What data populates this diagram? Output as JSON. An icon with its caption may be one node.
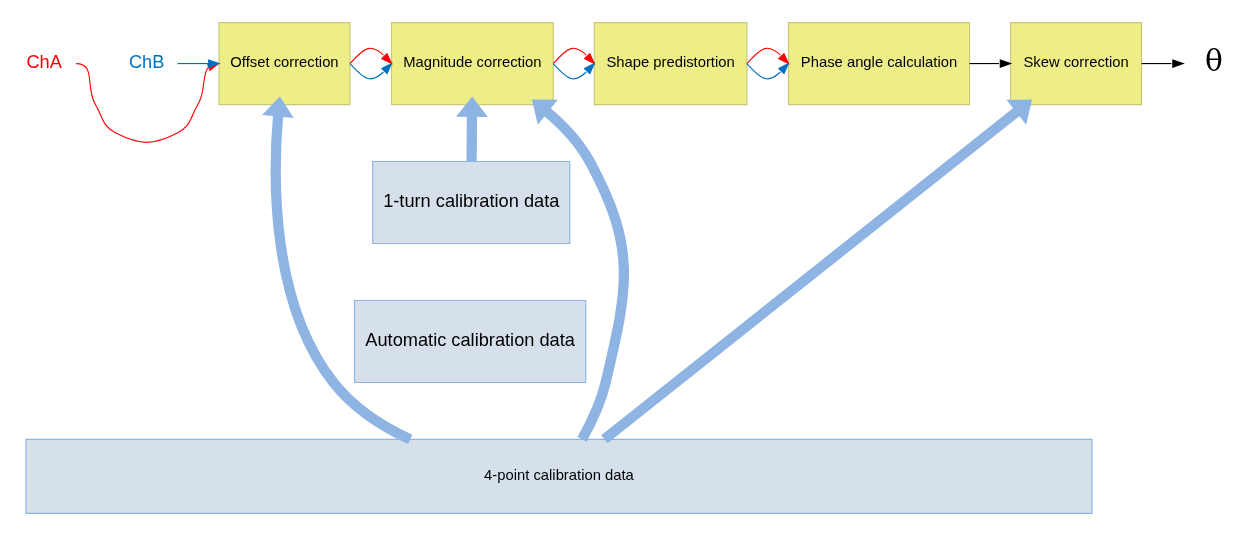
{
  "diagram": {
    "nodes": [
      {
        "text": [
          "ChA"
        ]
      },
      {
        "text": [
          "ChB"
        ]
      },
      {
        "text": [
          "Offset correction"
        ]
      },
      {
        "text": [
          "Magnitude correction"
        ]
      },
      {
        "text": [
          "Shape predistortion"
        ]
      },
      {
        "text": [
          "Phase angle calculation"
        ]
      },
      {
        "text": [
          "Skew correction"
        ]
      },
      {
        "text": [
          "θ"
        ]
      },
      {
        "text": [
          "1-turn calibration data"
        ]
      },
      {
        "text": [
          "Automatic calibration data"
        ]
      },
      {
        "text": [
          "4-point calibration data"
        ]
      }
    ],
    "edges": [
      {
        "from": 0,
        "to": 2,
        "arrow": "to",
        "color": "#ff0000"
      },
      {
        "from": 1,
        "to": 2,
        "arrow": "to",
        "color": "#0070c0"
      },
      {
        "from": 2,
        "to": 3,
        "arrow": "to",
        "color": "#ff0000"
      },
      {
        "from": 2,
        "to": 3,
        "arrow": "to",
        "color": "#0070c0"
      },
      {
        "from": 3,
        "to": 4,
        "arrow": "to",
        "color": "#ff0000"
      },
      {
        "from": 3,
        "to": 4,
        "arrow": "to",
        "color": "#0070c0"
      },
      {
        "from": 4,
        "to": 5,
        "arrow": "to",
        "color": "#ff0000"
      },
      {
        "from": 4,
        "to": 5,
        "arrow": "to",
        "color": "#0070c0"
      },
      {
        "from": 5,
        "to": 6,
        "arrow": "to",
        "color": "#000000"
      },
      {
        "from": 6,
        "to": 7,
        "arrow": "to",
        "color": "#000000"
      },
      {
        "from": 10,
        "to": 2,
        "arrow": "to",
        "style": "thick",
        "color": "#8eb4e3"
      },
      {
        "from": 10,
        "to": 3,
        "arrow": "to",
        "style": "thick",
        "color": "#8eb4e3"
      },
      {
        "from": 8,
        "to": 3,
        "arrow": "to",
        "style": "thick",
        "color": "#8eb4e3"
      },
      {
        "from": 10,
        "to": 6,
        "arrow": "to",
        "style": "thick",
        "color": "#8eb4e3"
      }
    ]
  }
}
